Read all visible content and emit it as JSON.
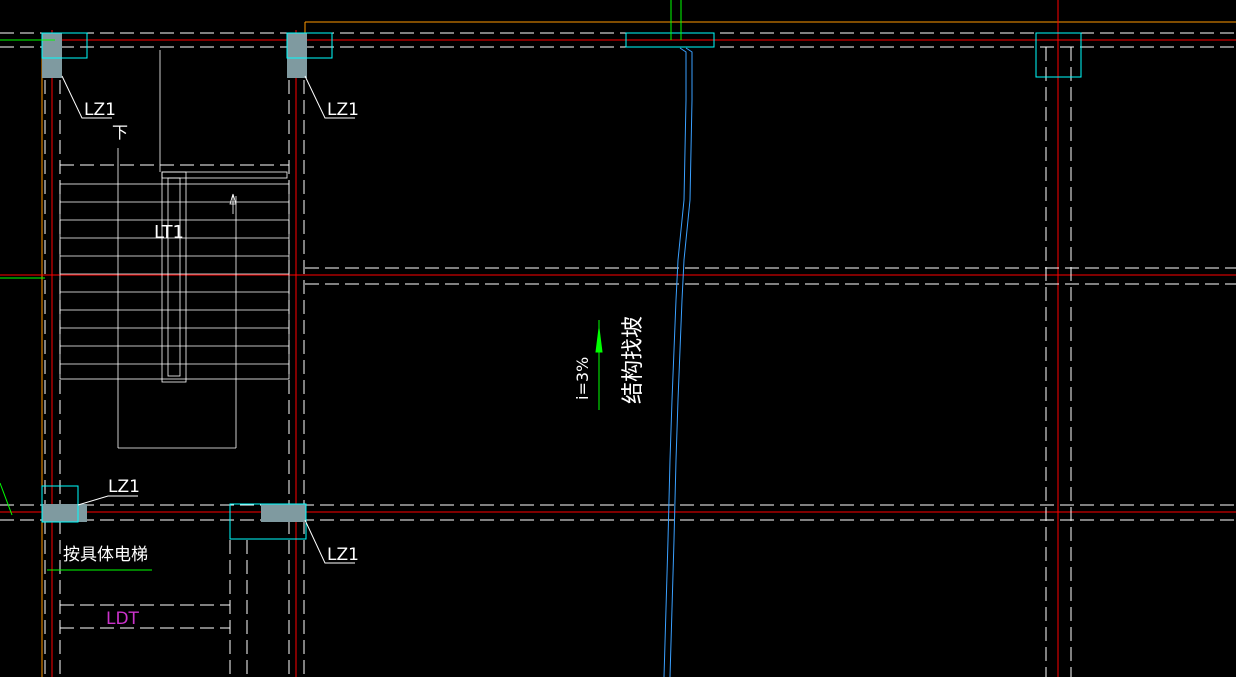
{
  "drawing": {
    "background": "#000000",
    "colors": {
      "dashed_line": "#ffffff",
      "axis_line": "#ff0000",
      "column_fill": "#7f9aa0",
      "column_outline": "#00ffff",
      "slope_line": "#00ff00",
      "break_line": "#3aa0ff",
      "boundary_line": "#ff9900",
      "hatch_label": "#cc33cc",
      "stair_line": "#ffffff"
    },
    "labels": {
      "column_tl": "LZ1",
      "column_tm": "LZ1",
      "column_bl": "LZ1",
      "column_bm": "LZ1",
      "stair_down": "下",
      "stair_name": "LT1",
      "slope_ratio": "i=3%",
      "slope_text": "结构找坡",
      "elevator_note": "按具体电梯",
      "elevator_tag": "LDT"
    }
  }
}
